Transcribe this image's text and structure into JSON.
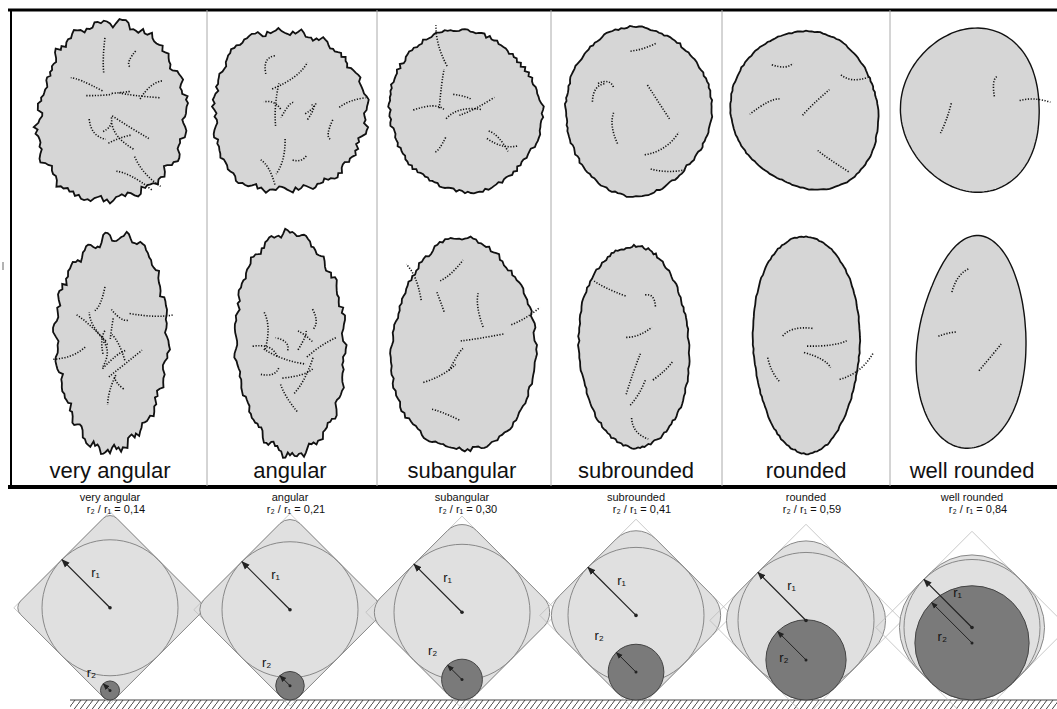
{
  "diagram": {
    "labels": [
      "very angular",
      "angular",
      "subangular",
      "subrounded",
      "rounded",
      "well rounded",
      "very angular",
      "r₂ / r₁ = 0,14",
      "r₁",
      "r₂",
      "angular",
      "r₂ / r₁ = 0,21",
      "r₁",
      "r₂",
      "subangular",
      "r₂ / r₁ = 0,30",
      "r₁",
      "r₂",
      "subrounded",
      "r₂ / r₁ = 0,41",
      "r₁",
      "r₂",
      "rounded",
      "r₂ / r₁ = 0,59",
      "r₁",
      "r₂",
      "well rounded",
      "r₂ / r₁ = 0,84",
      "r₁",
      "r₂"
    ]
  }
}
